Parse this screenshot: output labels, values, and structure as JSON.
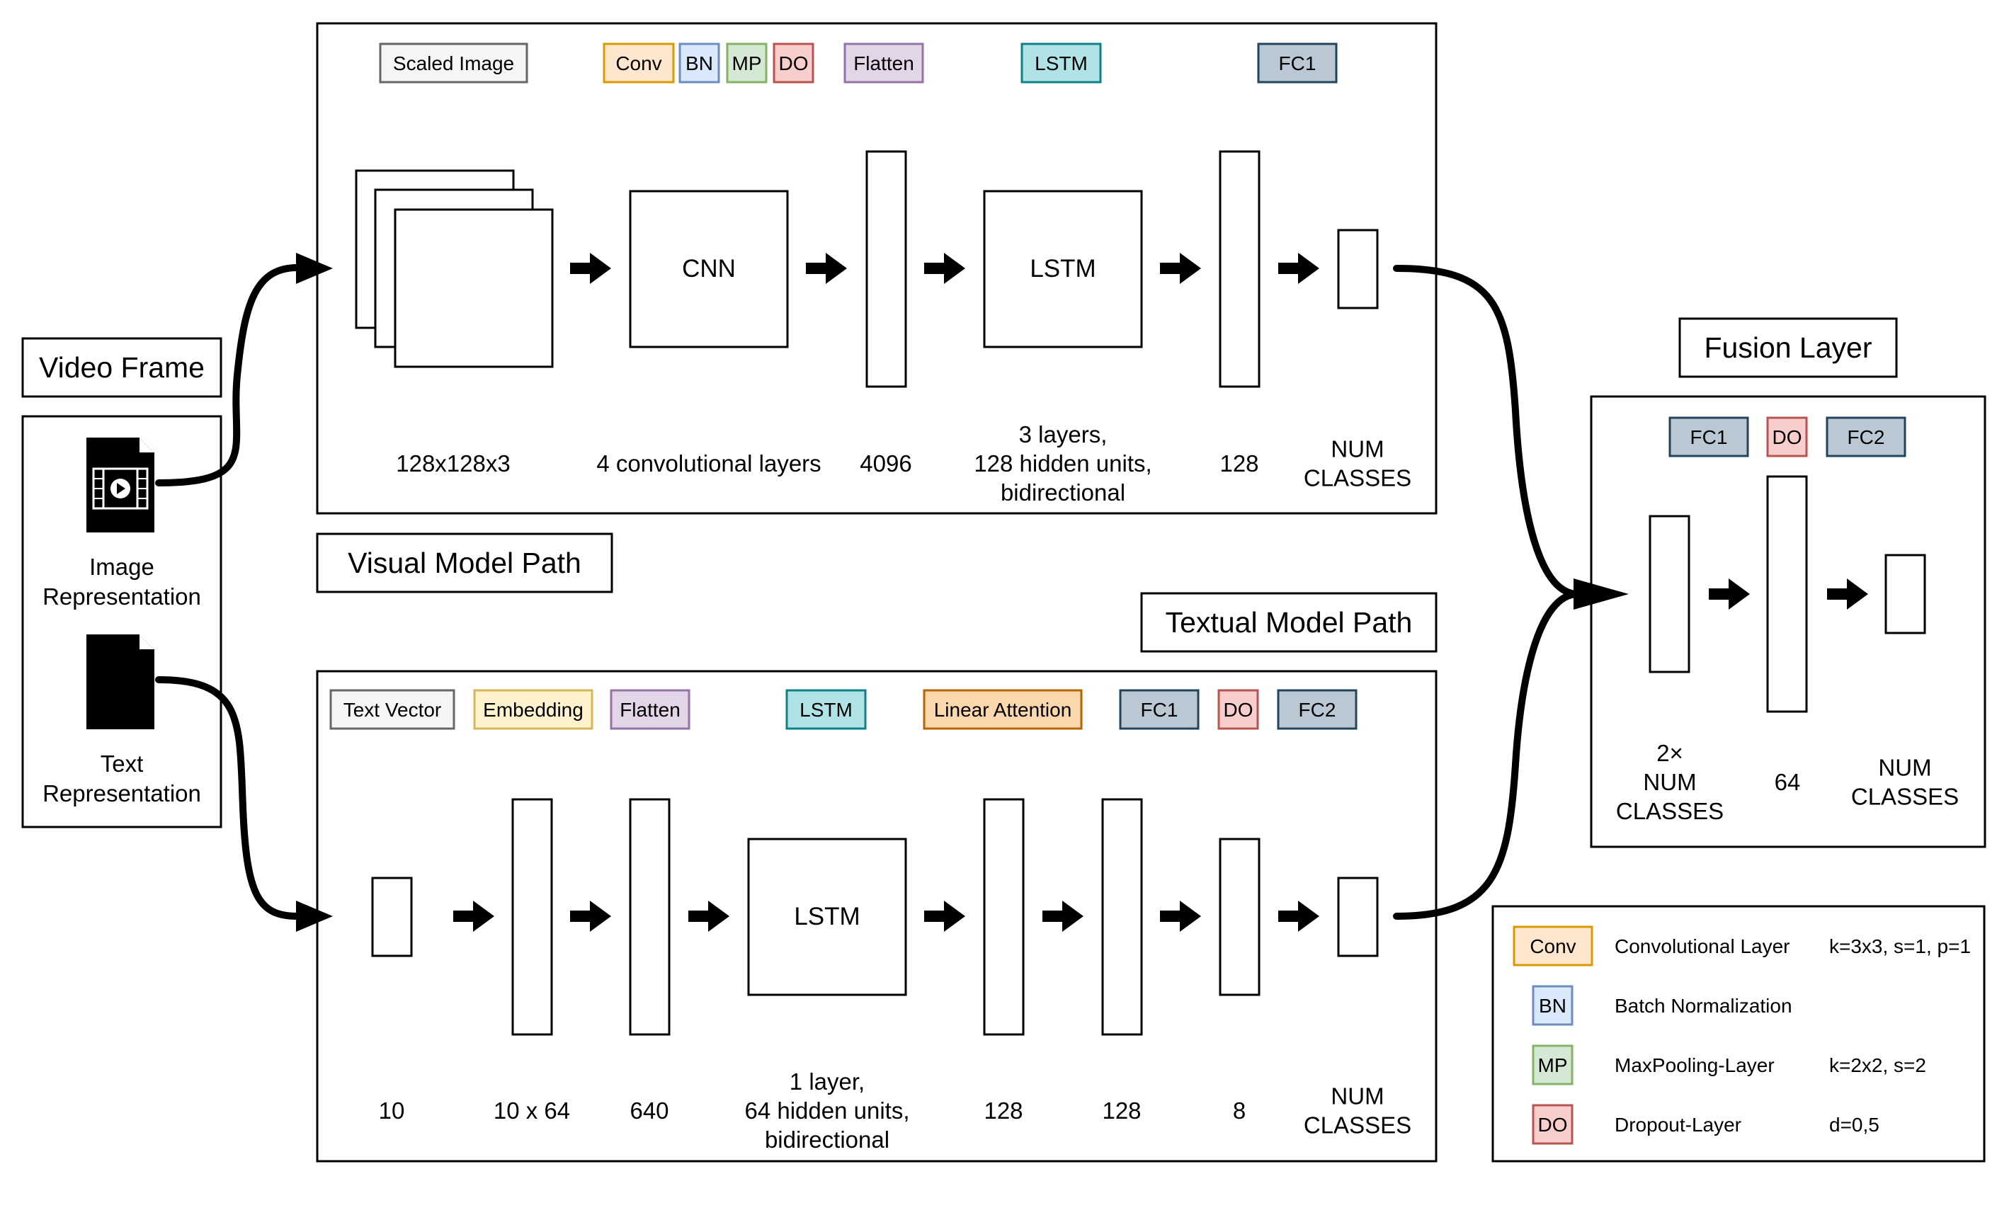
{
  "input": {
    "video_frame_title": "Video Frame",
    "image_representation": [
      "Image",
      "Representation"
    ],
    "text_representation": [
      "Text",
      "Representation"
    ],
    "icons": {
      "image": "video-file-icon",
      "text": "text-file-icon"
    }
  },
  "visual_path": {
    "title": "Visual Model Path",
    "tags": [
      {
        "label": "Scaled Image",
        "fill": "#f5f5f5",
        "stroke": "#666666"
      },
      {
        "label": "Conv",
        "fill": "#ffe6cc",
        "stroke": "#d79b00"
      },
      {
        "label": "BN",
        "fill": "#dae8fc",
        "stroke": "#6c8ebf"
      },
      {
        "label": "MP",
        "fill": "#d5e8d4",
        "stroke": "#82b366"
      },
      {
        "label": "DO",
        "fill": "#f8cecc",
        "stroke": "#b85450"
      },
      {
        "label": "Flatten",
        "fill": "#e1d5e7",
        "stroke": "#9673a6"
      },
      {
        "label": "LSTM",
        "fill": "#b0e3e6",
        "stroke": "#0e8088"
      },
      {
        "label": "FC1",
        "fill": "#bac8d3",
        "stroke": "#23445d"
      }
    ],
    "cnn_label": "CNN",
    "lstm_label": "LSTM",
    "dims": [
      [
        "128x128x3"
      ],
      [
        "4 convolutional layers"
      ],
      [
        "4096"
      ],
      [
        "3 layers,",
        "128 hidden units,",
        "bidirectional"
      ],
      [
        "128"
      ],
      [
        "NUM",
        "CLASSES"
      ]
    ]
  },
  "textual_path": {
    "title": "Textual Model Path",
    "tags": [
      {
        "label": "Text Vector",
        "fill": "#f5f5f5",
        "stroke": "#666666"
      },
      {
        "label": "Embedding",
        "fill": "#fff2cc",
        "stroke": "#d6b656"
      },
      {
        "label": "Flatten",
        "fill": "#e1d5e7",
        "stroke": "#9673a6"
      },
      {
        "label": "LSTM",
        "fill": "#b0e3e6",
        "stroke": "#0e8088"
      },
      {
        "label": "Linear Attention",
        "fill": "#fad7ac",
        "stroke": "#b46504"
      },
      {
        "label": "FC1",
        "fill": "#bac8d3",
        "stroke": "#23445d"
      },
      {
        "label": "DO",
        "fill": "#f8cecc",
        "stroke": "#b85450"
      },
      {
        "label": "FC2",
        "fill": "#bac8d3",
        "stroke": "#23445d"
      }
    ],
    "lstm_label": "LSTM",
    "dims": [
      [
        "10"
      ],
      [
        "10 x 64"
      ],
      [
        "640"
      ],
      [
        "1 layer,",
        "64 hidden units,",
        "bidirectional"
      ],
      [
        "128"
      ],
      [
        "128"
      ],
      [
        "8"
      ],
      [
        "NUM",
        "CLASSES"
      ]
    ]
  },
  "fusion": {
    "title": "Fusion Layer",
    "tags": [
      {
        "label": "FC1",
        "fill": "#bac8d3",
        "stroke": "#23445d"
      },
      {
        "label": "DO",
        "fill": "#f8cecc",
        "stroke": "#b85450"
      },
      {
        "label": "FC2",
        "fill": "#bac8d3",
        "stroke": "#23445d"
      }
    ],
    "dims": [
      [
        "2×",
        "NUM",
        "CLASSES"
      ],
      [
        "64"
      ],
      [
        "NUM",
        "CLASSES"
      ]
    ]
  },
  "legend": [
    {
      "tag": "Conv",
      "fill": "#ffe6cc",
      "stroke": "#d79b00",
      "name": "Convolutional Layer",
      "params": "k=3x3, s=1, p=1"
    },
    {
      "tag": "BN",
      "fill": "#dae8fc",
      "stroke": "#6c8ebf",
      "name": "Batch Normalization",
      "params": ""
    },
    {
      "tag": "MP",
      "fill": "#d5e8d4",
      "stroke": "#82b366",
      "name": "MaxPooling-Layer",
      "params": "k=2x2, s=2"
    },
    {
      "tag": "DO",
      "fill": "#f8cecc",
      "stroke": "#b85450",
      "name": "Dropout-Layer",
      "params": "d=0,5"
    }
  ]
}
